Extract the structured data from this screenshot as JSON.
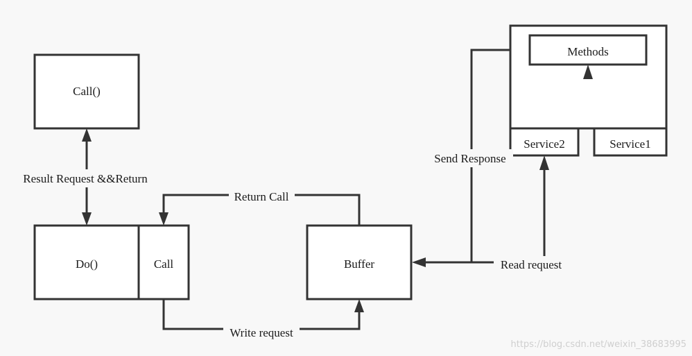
{
  "nodes": {
    "call_fn": "Call()",
    "do_fn": "Do()",
    "call": "Call",
    "buffer": "Buffer",
    "methods": "Methods",
    "service2": "Service2",
    "service1": "Service1"
  },
  "edges": {
    "result_request_return": "Result Request &&Return",
    "return_call": "Return Call",
    "write_request": "Write request",
    "send_response": "Send Response",
    "read_request": "Read request"
  },
  "watermark": "https://blog.csdn.net/weixin_38683995"
}
